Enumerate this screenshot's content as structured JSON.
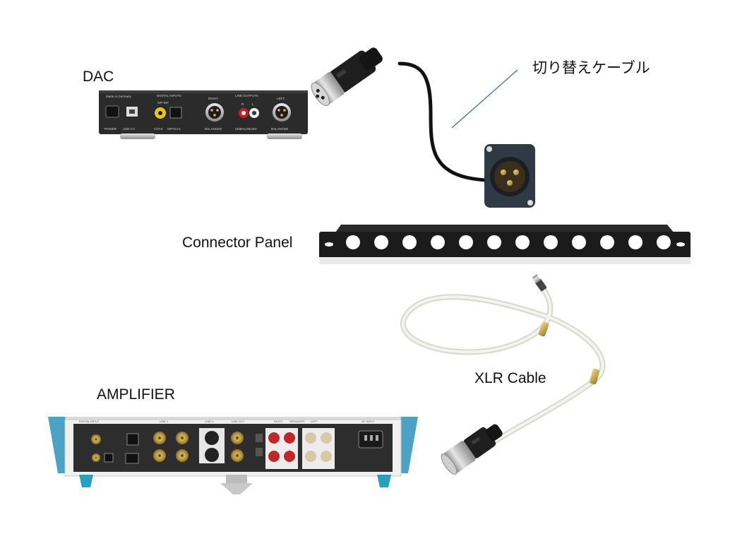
{
  "labels": {
    "dac": "DAC",
    "switch_cable": "切り替えケーブル",
    "connector_panel": "Connector Panel",
    "xlr_cable": "XLR Cable",
    "amplifier": "AMPLIFIER"
  },
  "dac_panel": {
    "made_in": "Made in Germany",
    "digital_inputs": "DIGITAL INPUTS",
    "spdif": "S/P-DIF",
    "line_outputs": "LINE OUTPUTS",
    "right": "RIGHT",
    "left": "LEFT",
    "r": "R",
    "l": "L",
    "power": "POWER",
    "usb": "USB 2.0",
    "coax": "COAX",
    "optical": "OPTICAL",
    "balanced_r": "BALANCED",
    "unbalanced": "UNBALANCED",
    "balanced_l": "BALANCED"
  },
  "amp_panel": {
    "digital_input": "DIGITAL INPUT",
    "line1": "LINE 1",
    "line2": "LINE 2",
    "line_out": "LINE OUT",
    "right": "RIGHT",
    "speakers": "SPEAKERS",
    "left": "LEFT",
    "ac_input": "AC INPUT"
  }
}
